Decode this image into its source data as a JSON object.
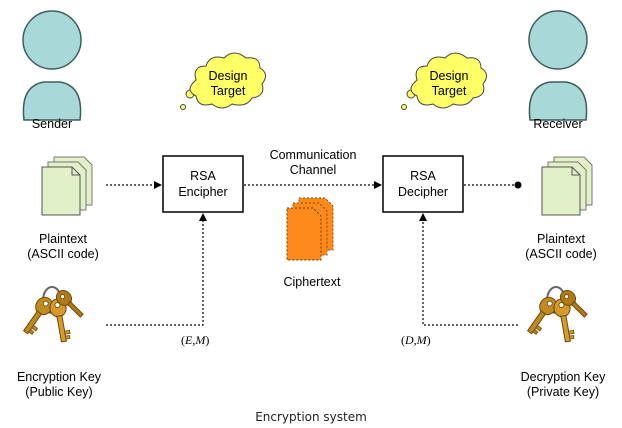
{
  "sender": {
    "title": "Sender"
  },
  "receiver": {
    "title": "Receiver"
  },
  "design_target_left": {
    "line1": "Design",
    "line2": "Target"
  },
  "design_target_right": {
    "line1": "Design",
    "line2": "Target"
  },
  "encipher_box": {
    "line1": "RSA",
    "line2": "Encipher"
  },
  "decipher_box": {
    "line1": "RSA",
    "line2": "Decipher"
  },
  "channel": {
    "line1": "Communication",
    "line2": "Channel"
  },
  "ciphertext": {
    "label": "Ciphertext"
  },
  "plaintext_left": {
    "line1": "Plaintext",
    "line2": "(ASCII code)"
  },
  "plaintext_right": {
    "line1": "Plaintext",
    "line2": "(ASCII code)"
  },
  "encryption_key": {
    "line1": "Encryption Key",
    "line2": "(Public Key)"
  },
  "decryption_key": {
    "line1": "Decryption Key",
    "line2": "(Private Key)"
  },
  "public_pair": {
    "open": "(",
    "var1": "E",
    "sep": ",",
    "var2": "M",
    "close": ")"
  },
  "private_pair": {
    "open": "(",
    "var1": "D",
    "sep": ",",
    "var2": "M",
    "close": ")"
  },
  "caption": "Encryption system",
  "colors": {
    "person_fill": "#a8d8d8",
    "cloud_fill": "#ffff66",
    "document_fill": "#e2f0c8",
    "ciphertext_fill": "#ff8a1c",
    "key_fill": "#c08a20"
  }
}
